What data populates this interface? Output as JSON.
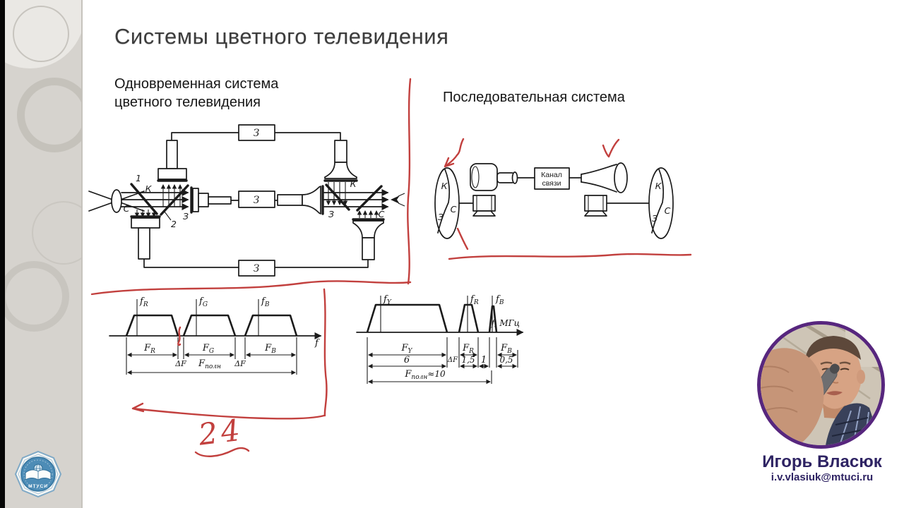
{
  "colors": {
    "annotation_red": "#c2403e",
    "webcam_border_purple": "#57267e",
    "presenter_text_purple": "#2e2363",
    "logo_blue": "#4d8cb6",
    "sidebar_gray": "#d6d3ce",
    "diagram_ink": "#1b1b1b"
  },
  "slide": {
    "title": "Системы цветного телевидения",
    "left_heading_line1": "Одновременная система",
    "left_heading_line2": "цветного телевидения",
    "right_heading": "Последовательная система"
  },
  "simultaneous": {
    "label_1": "1",
    "label_2": "2",
    "tx_k": "К",
    "tx_c": "С",
    "tx_z": "З",
    "rx_k": "К",
    "rx_c": "С",
    "rx_z": "З",
    "box_top": "З",
    "box_mid": "З",
    "box_bot": "З"
  },
  "sequential": {
    "box_line1": "Канал",
    "box_line2": "связи",
    "ldisc_k": "К",
    "ldisc_c": "С",
    "ldisc_z": "З",
    "rdisc_k": "К",
    "rdisc_c": "С",
    "rdisc_z": "З"
  },
  "spec1": {
    "pk1_s": "f",
    "pk1_b": "R",
    "pk2_s": "f",
    "pk2_b": "G",
    "pk3_s": "f",
    "pk3_b": "B",
    "bd1_s": "F",
    "bd1_b": "R",
    "bd2_s": "F",
    "bd2_b": "G",
    "bd3_s": "F",
    "bd3_b": "B",
    "df": "ΔF",
    "tot_s": "F",
    "tot_b": "полн",
    "axis": "f"
  },
  "spec2": {
    "pk1_s": "f",
    "pk1_b": "Y",
    "pk2_s": "f",
    "pk2_b": "R",
    "pk3_s": "f",
    "pk3_b": "B",
    "bd1_s": "F",
    "bd1_b": "Y",
    "bd2_s": "F",
    "bd2_b": "R",
    "bd3_s": "F",
    "bd3_b": "B",
    "v_y": "6",
    "v_r": "1,5",
    "v_mid": "1",
    "v_b": "0,5",
    "df": "ΔF",
    "tot_s": "F",
    "tot_b": "полн",
    "tot_v": "≈10",
    "axis": "f, МГц"
  },
  "annotation": {
    "number": "24"
  },
  "presenter": {
    "name": "Игорь Власюк",
    "email": "i.v.vlasiuk@mtuci.ru"
  },
  "logo": {
    "abbr": "МТУСИ"
  }
}
